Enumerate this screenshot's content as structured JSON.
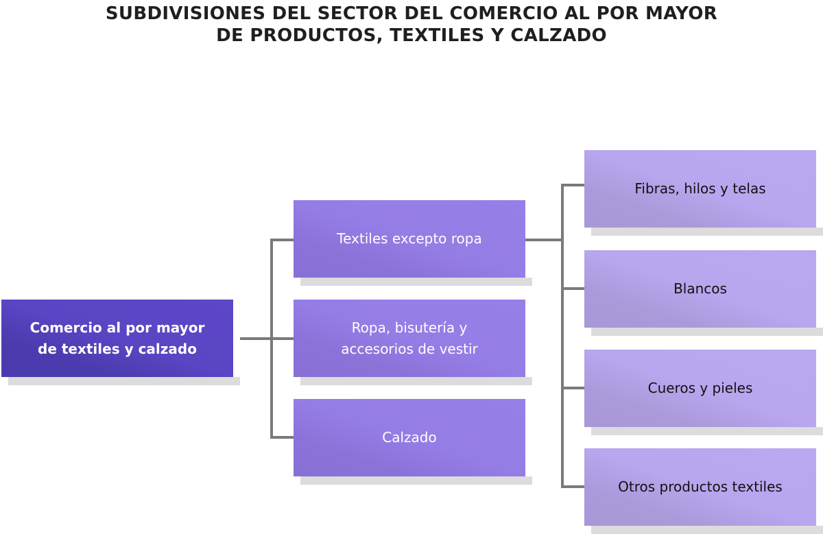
{
  "title": {
    "line1": "SUBDIVISIONES DEL SECTOR DEL COMERCIO AL POR MAYOR",
    "line2": "DE PRODUCTOS, TEXTILES Y CALZADO"
  },
  "root": {
    "line1": "Comercio al por mayor",
    "line2": "de textiles y calzado"
  },
  "level1": [
    {
      "line1": "Textiles excepto ropa",
      "line2": ""
    },
    {
      "line1": "Ropa, bisutería y",
      "line2": "accesorios de vestir"
    },
    {
      "line1": "Calzado",
      "line2": ""
    }
  ],
  "level2": [
    {
      "label": "Fibras, hilos y telas"
    },
    {
      "label": "Blancos"
    },
    {
      "label": "Cueros y pieles"
    },
    {
      "label": "Otros productos textiles"
    }
  ],
  "colors": {
    "root": "#5a45c4",
    "level1": "#957de6",
    "level2": "#b8a6ef",
    "connector": "#7a7a7a"
  }
}
